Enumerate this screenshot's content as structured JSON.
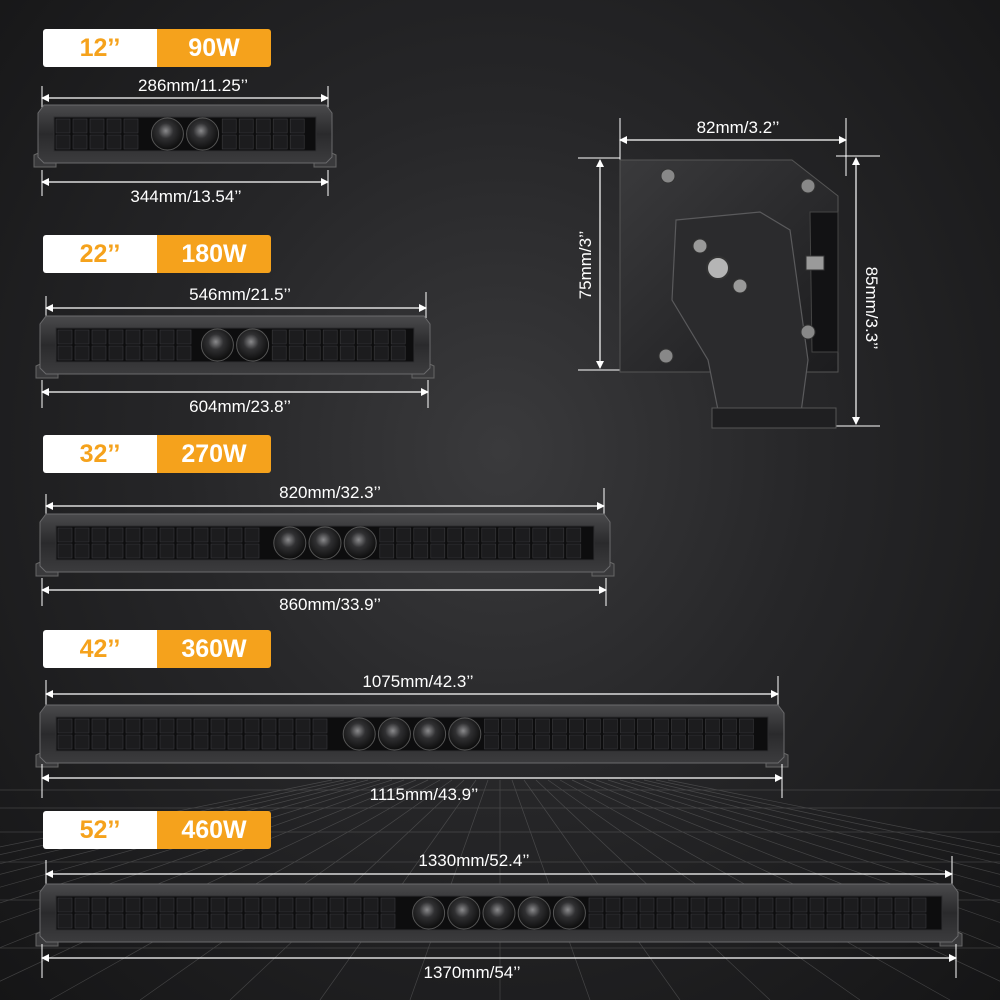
{
  "colors": {
    "accent": "#f5a21c",
    "badge_bg": "#ffffff",
    "background": "#1e1e20"
  },
  "light_bars": [
    {
      "size": "12’’",
      "power": "90W",
      "inner_dim": "286mm/11.25’’",
      "outer_dim": "344mm/13.54’’",
      "lens_count": 2
    },
    {
      "size": "22’’",
      "power": "180W",
      "inner_dim": "546mm/21.5’’",
      "outer_dim": "604mm/23.8’’",
      "lens_count": 2
    },
    {
      "size": "32’’",
      "power": "270W",
      "inner_dim": "820mm/32.3’’",
      "outer_dim": "860mm/33.9’’",
      "lens_count": 3
    },
    {
      "size": "42’’",
      "power": "360W",
      "inner_dim": "1075mm/42.3’’",
      "outer_dim": "1115mm/43.9’’",
      "lens_count": 4
    },
    {
      "size": "52’’",
      "power": "460W",
      "inner_dim": "1330mm/52.4’’",
      "outer_dim": "1370mm/54’’",
      "lens_count": 5
    }
  ],
  "bracket": {
    "width_dim": "82mm/3.2’’",
    "height_dim": "75mm/3’’",
    "total_height_dim": "85mm/3.3’’"
  }
}
